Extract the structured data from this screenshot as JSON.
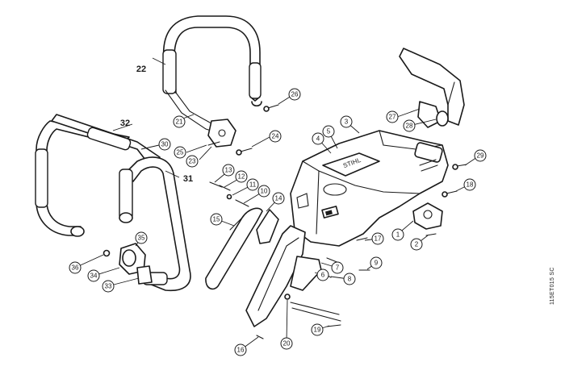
{
  "drawing": {
    "reference_code": "115ET015 SC",
    "housing_decal_text": "STIHL"
  },
  "callouts": [
    {
      "id": "1",
      "label": "1"
    },
    {
      "id": "2",
      "label": "2"
    },
    {
      "id": "3",
      "label": "3"
    },
    {
      "id": "4",
      "label": "4"
    },
    {
      "id": "5",
      "label": "5"
    },
    {
      "id": "6",
      "label": "6"
    },
    {
      "id": "7",
      "label": "7"
    },
    {
      "id": "8",
      "label": "8"
    },
    {
      "id": "9",
      "label": "9"
    },
    {
      "id": "10",
      "label": "10"
    },
    {
      "id": "11",
      "label": "11"
    },
    {
      "id": "12",
      "label": "12"
    },
    {
      "id": "13",
      "label": "13"
    },
    {
      "id": "14",
      "label": "14"
    },
    {
      "id": "15",
      "label": "15"
    },
    {
      "id": "16",
      "label": "16"
    },
    {
      "id": "17",
      "label": "17"
    },
    {
      "id": "18",
      "label": "18"
    },
    {
      "id": "19",
      "label": "19"
    },
    {
      "id": "20",
      "label": "20"
    },
    {
      "id": "21",
      "label": "21"
    },
    {
      "id": "23",
      "label": "23"
    },
    {
      "id": "24",
      "label": "24"
    },
    {
      "id": "25",
      "label": "25"
    },
    {
      "id": "26",
      "label": "26"
    },
    {
      "id": "27",
      "label": "27"
    },
    {
      "id": "28",
      "label": "28"
    },
    {
      "id": "29",
      "label": "29"
    },
    {
      "id": "30",
      "label": "30"
    },
    {
      "id": "33",
      "label": "33"
    },
    {
      "id": "34",
      "label": "34"
    },
    {
      "id": "35",
      "label": "35"
    },
    {
      "id": "36",
      "label": "36"
    }
  ],
  "bold_labels": [
    {
      "id": "22",
      "label": "22"
    },
    {
      "id": "32",
      "label": "32"
    },
    {
      "id": "31",
      "label": "31"
    }
  ]
}
